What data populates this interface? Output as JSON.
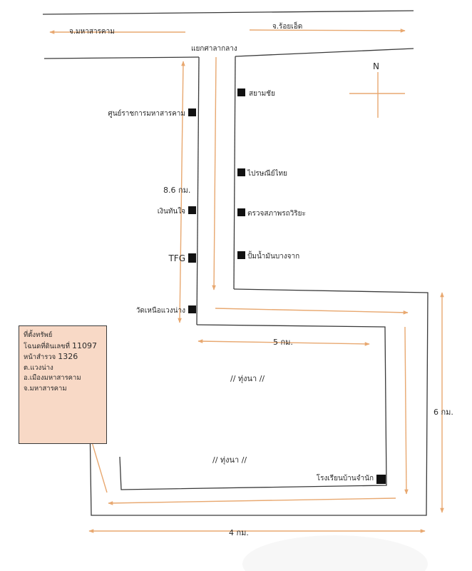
{
  "map": {
    "directions": {
      "west": "จ.มหาสารคาม",
      "east": "จ.ร้อยเอ็ด",
      "north": "N"
    },
    "junction": "แยกศาลากลาง",
    "landmarks": {
      "provincial_center": "ศูนย์ราชการมหาสารคาม",
      "siam_chai": "สยามชัย",
      "post_office": "ไปรษณีย์ไทย",
      "ngern_tan_jai": "เงินทันใจ",
      "vehicle_inspection": "ตรวจสภาพรถวิริยะ",
      "tfg": "TFG",
      "bangchak": "ปั้มน้ำมันบางจาก",
      "wat_nuea_waeng_nang": "วัดเหนือแวงน่าง",
      "school": "โรงเรียนบ้านจำนัก"
    },
    "distances": {
      "d1": "8.6 กม.",
      "d2": "5 กม.",
      "d3": "6 กม.",
      "d4": "4 กม."
    },
    "fields": {
      "upper": "// ทุ่งนา //",
      "lower": "// ทุ่งนา //"
    },
    "property": {
      "title": "ที่ตั้งทรัพย์",
      "deed_label": "โฉนดที่ดินเลขที่",
      "deed_number": "11097",
      "survey_label": "หน้าสำรวจ",
      "survey_number": "1326",
      "subdistrict": "ต.แวงน่าง",
      "district": "อ.เมืองมหาสารคาม",
      "province": "จ.มหาสารคาม"
    },
    "colors": {
      "road": "#3a3a3a",
      "arrow": "#e8a870",
      "marker": "#111111",
      "property_fill": "#f8d9c6"
    }
  }
}
